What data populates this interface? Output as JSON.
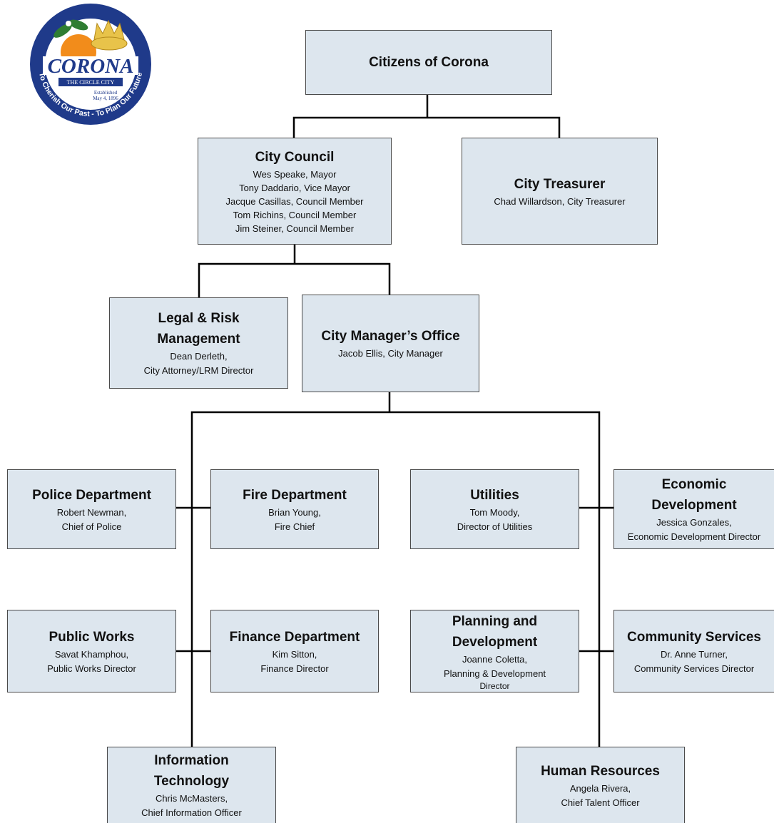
{
  "seal": {
    "name": "CORONA",
    "motto_top": "THE CIRCLE CITY",
    "established": [
      "Established",
      "May 4, 1896"
    ],
    "ring_text": "To Cherish Our Past - To Plan Our Future"
  },
  "nodes": [
    {
      "id": "citizens",
      "title_lines": [
        "Citizens of Corona"
      ],
      "detail_lines": []
    },
    {
      "id": "council",
      "title_lines": [
        "City Council"
      ],
      "detail_lines": [
        "Wes Speake, Mayor",
        "Tony Daddario, Vice Mayor",
        "Jacque Casillas, Council Member",
        "Tom Richins, Council Member",
        "Jim Steiner, Council Member"
      ]
    },
    {
      "id": "treasurer",
      "title_lines": [
        "City Treasurer"
      ],
      "detail_lines": [
        "Chad Willardson, City Treasurer"
      ]
    },
    {
      "id": "legal",
      "title_lines": [
        "Legal & Risk",
        "Management"
      ],
      "detail_lines": [
        "Dean Derleth,",
        "City Attorney/LRM Director"
      ]
    },
    {
      "id": "manager",
      "title_lines": [
        "City Manager’s Office"
      ],
      "detail_lines": [
        "Jacob Ellis, City Manager"
      ]
    },
    {
      "id": "police",
      "title_lines": [
        "Police Department"
      ],
      "detail_lines": [
        "Robert Newman,",
        "Chief of Police"
      ]
    },
    {
      "id": "fire",
      "title_lines": [
        "Fire Department"
      ],
      "detail_lines": [
        "Brian Young,",
        "Fire Chief"
      ]
    },
    {
      "id": "utilities",
      "title_lines": [
        "Utilities"
      ],
      "detail_lines": [
        "Tom Moody,",
        "Director of Utilities"
      ]
    },
    {
      "id": "econ",
      "title_lines": [
        "Economic",
        "Development"
      ],
      "detail_lines": [
        "Jessica Gonzales,",
        "Economic Development Director"
      ]
    },
    {
      "id": "publicworks",
      "title_lines": [
        "Public Works"
      ],
      "detail_lines": [
        "Savat Khamphou,",
        "Public Works Director"
      ]
    },
    {
      "id": "finance",
      "title_lines": [
        "Finance Department"
      ],
      "detail_lines": [
        "Kim Sitton,",
        "Finance Director"
      ]
    },
    {
      "id": "planning",
      "title_lines": [
        "Planning and",
        "Development"
      ],
      "detail_lines": [
        "Joanne Coletta,",
        "Planning & Development",
        "Director"
      ]
    },
    {
      "id": "community",
      "title_lines": [
        "Community Services"
      ],
      "detail_lines": [
        "Dr. Anne Turner,",
        "Community Services Director"
      ]
    },
    {
      "id": "it",
      "title_lines": [
        "Information",
        "Technology"
      ],
      "detail_lines": [
        "Chris McMasters,",
        "Chief Information Officer"
      ]
    },
    {
      "id": "hr",
      "title_lines": [
        "Human Resources"
      ],
      "detail_lines": [
        "Angela Rivera,",
        "Chief Talent Officer"
      ]
    }
  ],
  "colors": {
    "box_fill": "#dde6ee",
    "box_border": "#4a4a4a",
    "connector": "#000000",
    "seal_blue": "#1f3a8a",
    "seal_orange": "#f28c1b",
    "seal_gold": "#e8c34a"
  }
}
